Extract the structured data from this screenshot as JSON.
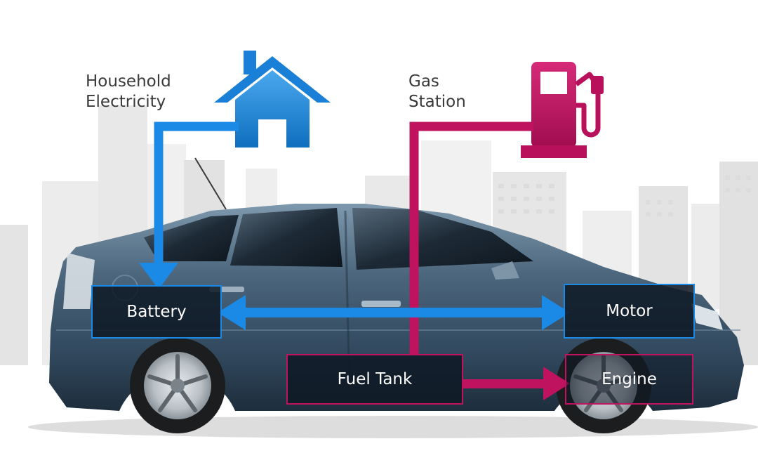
{
  "labels": {
    "household_line1": "Household",
    "household_line2": "Electricity",
    "gas_line1": "Gas",
    "gas_line2": "Station"
  },
  "nodes": {
    "battery": "Battery",
    "motor": "Motor",
    "fuel_tank": "Fuel Tank",
    "engine": "Engine"
  },
  "colors": {
    "electric": "#1a8ae6",
    "fuel": "#c0135f",
    "car_body": "#3c5870",
    "city": "#e6e6e6"
  },
  "icons": {
    "house": "house-icon",
    "pump": "fuel-pump-icon"
  }
}
